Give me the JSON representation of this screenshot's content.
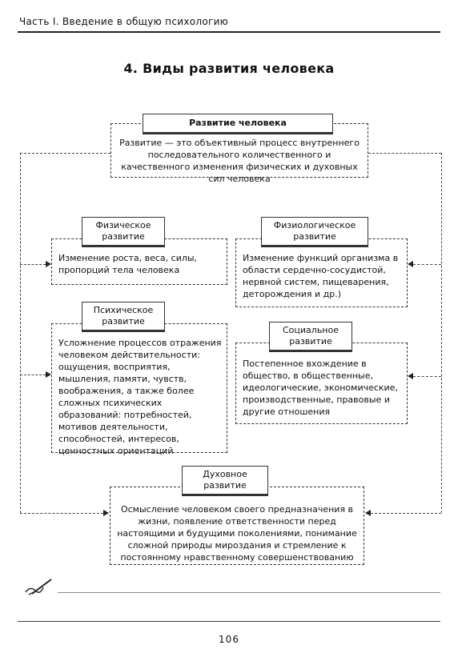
{
  "header": {
    "running_title": "Часть I. Введение в общую психологию"
  },
  "page_title": "4. Виды развития человека",
  "diagram": {
    "root": {
      "label": "Развитие человека",
      "text": "Развитие — это объективный процесс внутреннего последовательного количественного и качественного изменения физических и духовных сил человека"
    },
    "physical": {
      "label": "Физическое развитие",
      "text": "Изменение роста, веса, силы, пропорций тела человека"
    },
    "physiological": {
      "label": "Физиологическое развитие",
      "text": "Изменение функций организма в области сердечно-сосудистой, нервной систем, пищеварения, деторождения и др.)"
    },
    "psychic": {
      "label": "Психическое развитие",
      "text": "Усложнение процессов отражения человеком действительности: ощущения, восприятия, мышления, памяти, чувств, воображения, а также более сложных психических образований: потребностей, мотивов деятельности, способностей, интересов, ценностных ориентаций"
    },
    "social": {
      "label": "Социальное развитие",
      "text": "Постепенное вхождение в общество, в общественные, идеологические, экономические, производственные, правовые и другие отношения"
    },
    "spiritual": {
      "label": "Духовное развитие",
      "text": "Осмысление человеком своего предназначения в жизни, появление ответственности перед настоящими и будущими поколениями, понимание сложной природы мироздания и стремление к постоянному нравственному совершенствованию"
    }
  },
  "page_number": "106"
}
